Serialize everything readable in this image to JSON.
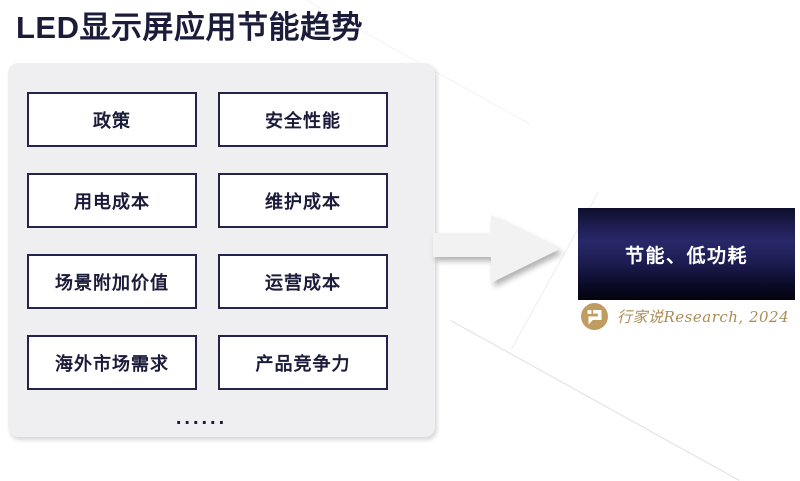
{
  "title": "LED显示屏应用节能趋势",
  "panel": {
    "factors": [
      "政策",
      "安全性能",
      "用电成本",
      "维护成本",
      "场景附加价值",
      "运营成本",
      "海外市场需求",
      "产品竞争力"
    ],
    "ellipsis": "......"
  },
  "result": {
    "label": "节能、低功耗"
  },
  "credit": {
    "logo_icon": "xingjiashuo-speech-bubble-icon",
    "text": "行家说Research, 2024"
  },
  "colors": {
    "navy_text": "#1b1b3a",
    "box_border": "#23234b",
    "panel_bg": "#efeff1",
    "arrow_fill": "#f2f2f3",
    "result_gradient_mid": "#28286a",
    "result_gradient_dark": "#04040f",
    "gold_logo": "#bf9d61",
    "gold_text": "#ab8c55"
  }
}
